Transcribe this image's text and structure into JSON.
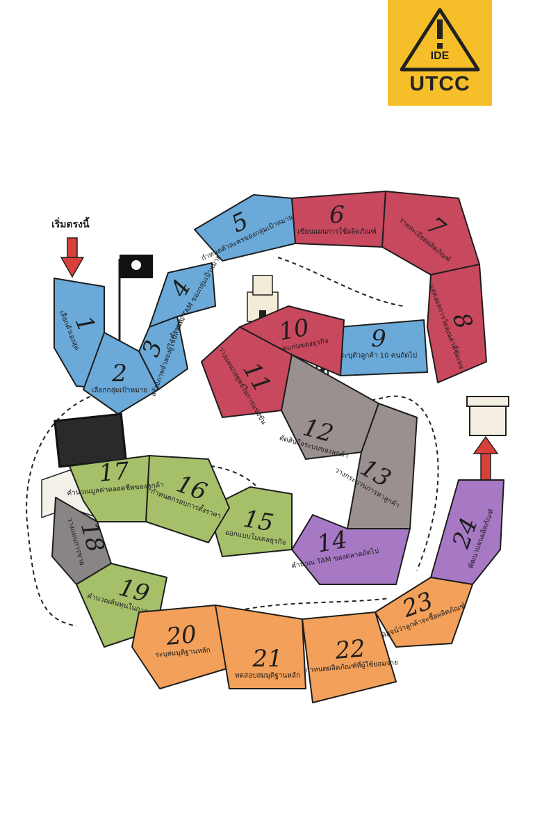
{
  "logo": {
    "top": "IDE",
    "bottom": "UTCC"
  },
  "start_label": "เริ่มตรงนี้",
  "tiles": [
    {
      "n": "1",
      "label": "เลือกตัวเองสุด",
      "color": "#6aa9d8"
    },
    {
      "n": "2",
      "label": "เลือกกลุ่มเป้าหมาย",
      "color": "#6aa9d8"
    },
    {
      "n": "3",
      "label": "สร้างภาพจำลองผู้ใช้ปลายทาง",
      "color": "#6aa9d8"
    },
    {
      "n": "4",
      "label": "คำนวณ TAM ของกลุ่มเป้าหมาย",
      "color": "#6aa9d8"
    },
    {
      "n": "5",
      "label": "กำหนดตัวละครของกลุ่มเป้าหมาย",
      "color": "#6aa9d8"
    },
    {
      "n": "6",
      "label": "เขียนแผนการใช้ผลิตภัณฑ์",
      "color": "#c8485e"
    },
    {
      "n": "7",
      "label": "รายละเอียดผลิตภัณฑ์",
      "color": "#c8485e"
    },
    {
      "n": "8",
      "label": "แสดงผลการวัดคุณค่าที่ชัดเจน",
      "color": "#c8485e"
    },
    {
      "n": "9",
      "label": "ระบุตัวลูกค้า 10 คนถัดไป",
      "color": "#6aa9d8"
    },
    {
      "n": "10",
      "label": "กำหนดแก่นของธุรกิจ",
      "color": "#c8485e"
    },
    {
      "n": "11",
      "label": "วางแผนกลยุทธ์ในการแข่งขัน",
      "color": "#c8485e"
    },
    {
      "n": "12",
      "label": "ตัดสินใจระบบของลูกค้า",
      "color": "#9a9090"
    },
    {
      "n": "13",
      "label": "วางกระบวนการหาลูกค้า",
      "color": "#9a9090"
    },
    {
      "n": "14",
      "label": "คำนวณ TAM ของตลาดถัดไป",
      "color": "#a779c4"
    },
    {
      "n": "15",
      "label": "ออกแบบโมเดลธุรกิจ",
      "color": "#a6c06a"
    },
    {
      "n": "16",
      "label": "กำหนดกรอบการตั้งราคา",
      "color": "#a6c06a"
    },
    {
      "n": "17",
      "label": "คำนวณมูลค่าตลอดชีพของลูกค้า",
      "color": "#a6c06a"
    },
    {
      "n": "18",
      "label": "วางแผนการขาย",
      "color": "#8a8585"
    },
    {
      "n": "19",
      "label": "คำนวณต้นทุนในการหาลูกค้า",
      "color": "#a6c06a"
    },
    {
      "n": "20",
      "label": "ระบุสมมุติฐานหลัก",
      "color": "#f2a05a"
    },
    {
      "n": "21",
      "label": "ทดสอบสมมุติฐานหลัก",
      "color": "#f2a05a"
    },
    {
      "n": "22",
      "label": "กำหนดผลิตภัณฑ์ที่ผู้ใช้ยอมจ่าย",
      "color": "#f2a05a"
    },
    {
      "n": "23",
      "label": "พิสูจน์ว่าลูกค้าจะซื้อผลิตภัณฑ์",
      "color": "#f2a05a"
    },
    {
      "n": "24",
      "label": "พัฒนาแผนผลิตภัณฑ์",
      "color": "#a779c4"
    }
  ]
}
